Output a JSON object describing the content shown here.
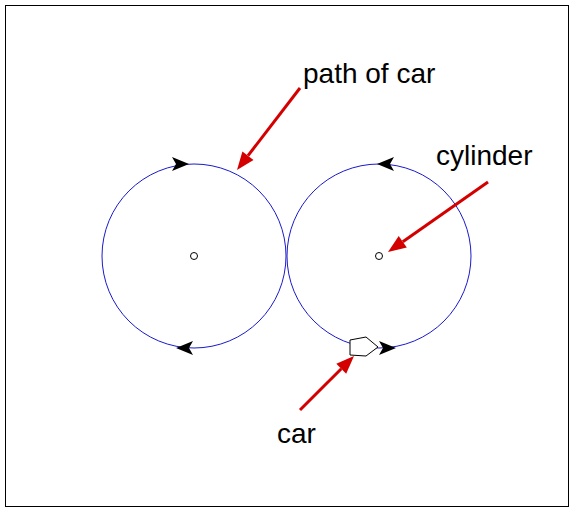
{
  "diagram": {
    "labels": [
      "path of car",
      "cylinder",
      "car"
    ]
  }
}
